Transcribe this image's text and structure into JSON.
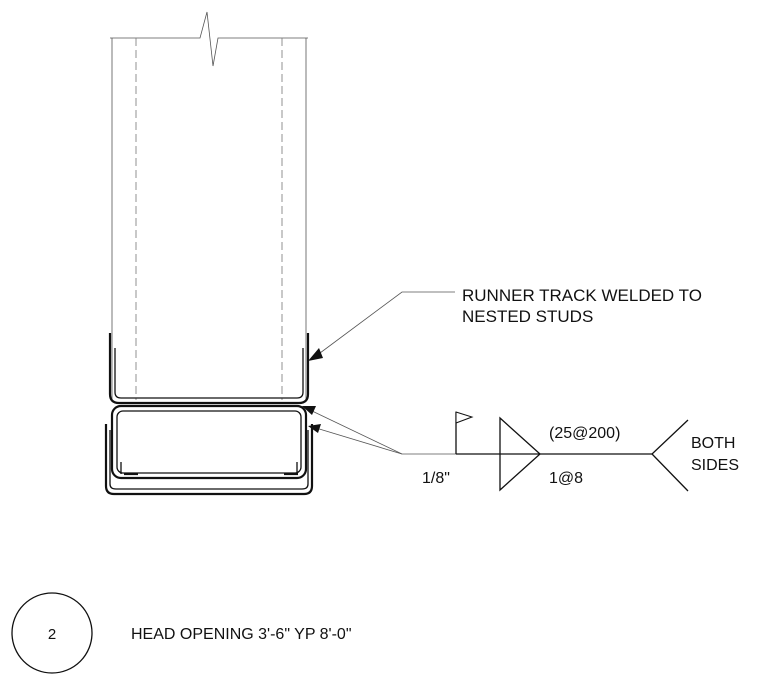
{
  "callout": {
    "line1": "RUNNER TRACK WELDED TO",
    "line2": "NESTED STUDS"
  },
  "weld": {
    "size": "1/8\"",
    "length_pitch_top": "(25@200)",
    "length_pitch_bottom": "1@8",
    "tail_note_line1": "BOTH",
    "tail_note_line2": "SIDES"
  },
  "detail": {
    "number": "2",
    "title": "HEAD OPENING 3'-6\" YP 8'-0\""
  }
}
